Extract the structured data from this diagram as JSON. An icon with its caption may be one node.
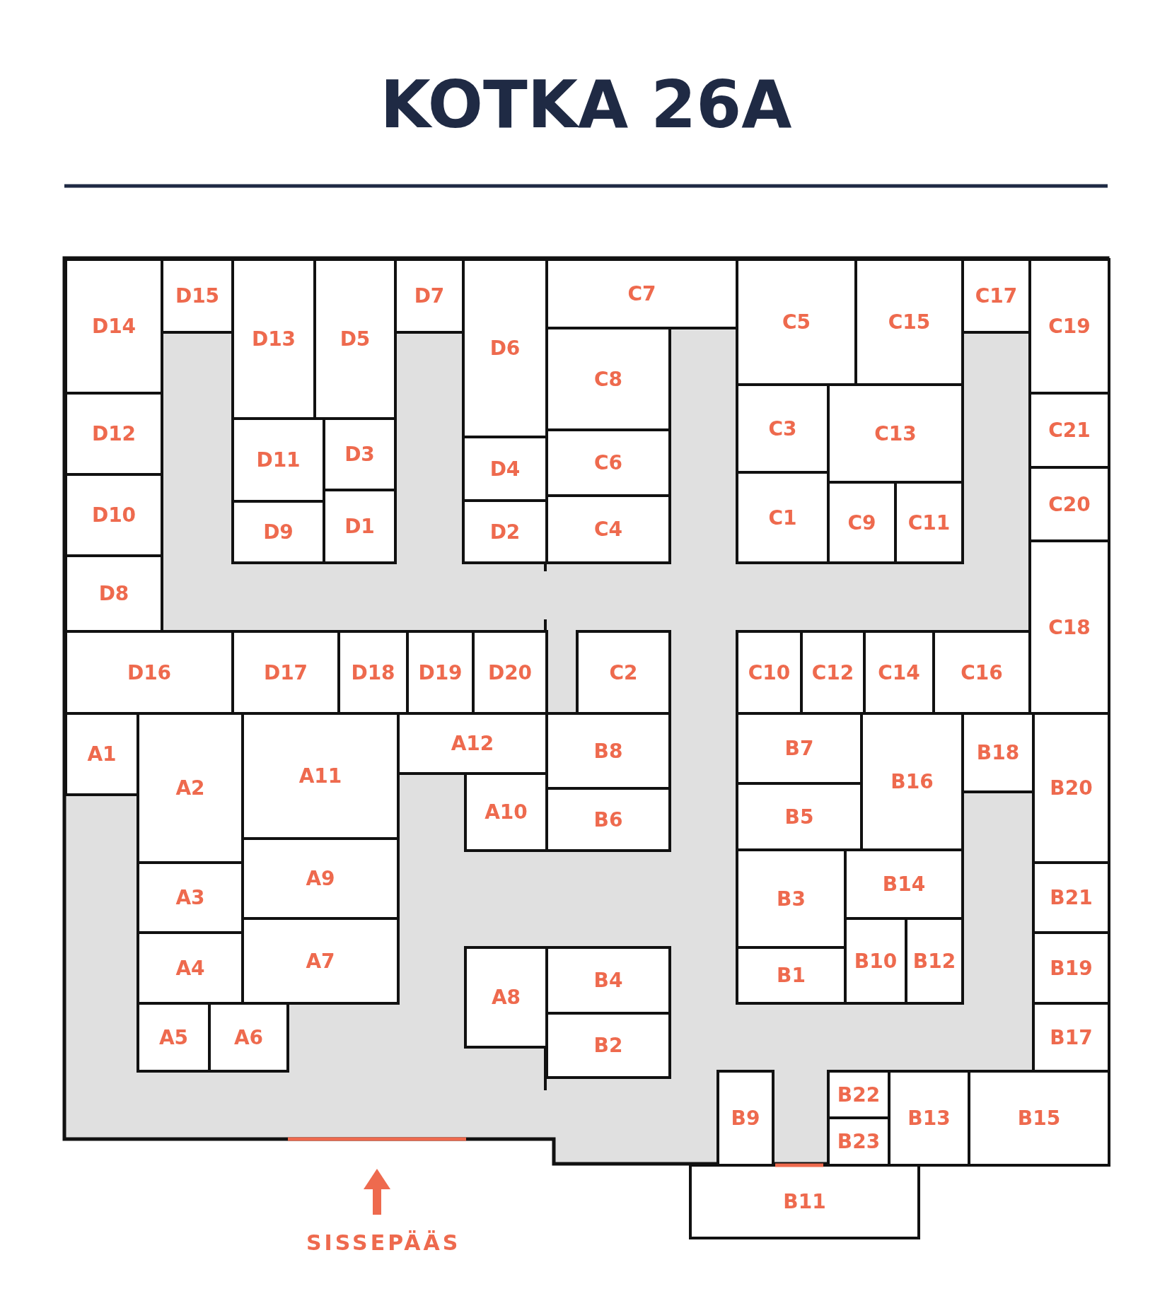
{
  "diagram": {
    "title": "KOTKA 26A",
    "nodes": [
      {
        "text": [
          "D14"
        ]
      },
      {
        "text": [
          "D15"
        ]
      },
      {
        "text": [
          "D13"
        ]
      },
      {
        "text": [
          "D5"
        ]
      },
      {
        "text": [
          "D7"
        ]
      },
      {
        "text": [
          "D6"
        ]
      },
      {
        "text": [
          "C7"
        ]
      },
      {
        "text": [
          "C5"
        ]
      },
      {
        "text": [
          "C15"
        ]
      },
      {
        "text": [
          "C17"
        ]
      },
      {
        "text": [
          "C19"
        ]
      },
      {
        "text": [
          "D12"
        ]
      },
      {
        "text": [
          "C8"
        ]
      },
      {
        "text": [
          "D11"
        ]
      },
      {
        "text": [
          "D3"
        ]
      },
      {
        "text": [
          "C3"
        ]
      },
      {
        "text": [
          "C13"
        ]
      },
      {
        "text": [
          "C21"
        ]
      },
      {
        "text": [
          "D10"
        ]
      },
      {
        "text": [
          "D4"
        ]
      },
      {
        "text": [
          "C6"
        ]
      },
      {
        "text": [
          "D9"
        ]
      },
      {
        "text": [
          "D1"
        ]
      },
      {
        "text": [
          "D2"
        ]
      },
      {
        "text": [
          "C4"
        ]
      },
      {
        "text": [
          "C1"
        ]
      },
      {
        "text": [
          "C9"
        ]
      },
      {
        "text": [
          "C11"
        ]
      },
      {
        "text": [
          "C20"
        ]
      },
      {
        "text": [
          "D8"
        ]
      },
      {
        "text": [
          "C18"
        ]
      },
      {
        "text": [
          "D16"
        ]
      },
      {
        "text": [
          "D17"
        ]
      },
      {
        "text": [
          "D18"
        ]
      },
      {
        "text": [
          "D19"
        ]
      },
      {
        "text": [
          "D20"
        ]
      },
      {
        "text": [
          "C2"
        ]
      },
      {
        "text": [
          "C10"
        ]
      },
      {
        "text": [
          "C12"
        ]
      },
      {
        "text": [
          "C14"
        ]
      },
      {
        "text": [
          "C16"
        ]
      },
      {
        "text": [
          "A1"
        ]
      },
      {
        "text": [
          "A2"
        ]
      },
      {
        "text": [
          "A11"
        ]
      },
      {
        "text": [
          "A12"
        ]
      },
      {
        "text": [
          "B8"
        ]
      },
      {
        "text": [
          "B7"
        ]
      },
      {
        "text": [
          "B16"
        ]
      },
      {
        "text": [
          "B18"
        ]
      },
      {
        "text": [
          "B20"
        ]
      },
      {
        "text": [
          "A10"
        ]
      },
      {
        "text": [
          "B6"
        ]
      },
      {
        "text": [
          "B5"
        ]
      },
      {
        "text": [
          "A3"
        ]
      },
      {
        "text": [
          "A9"
        ]
      },
      {
        "text": [
          "B3"
        ]
      },
      {
        "text": [
          "B14"
        ]
      },
      {
        "text": [
          "B21"
        ]
      },
      {
        "text": [
          "A4"
        ]
      },
      {
        "text": [
          "A7"
        ]
      },
      {
        "text": [
          "A8"
        ]
      },
      {
        "text": [
          "B4"
        ]
      },
      {
        "text": [
          "B1"
        ]
      },
      {
        "text": [
          "B10"
        ]
      },
      {
        "text": [
          "B12"
        ]
      },
      {
        "text": [
          "B19"
        ]
      },
      {
        "text": [
          "A5"
        ]
      },
      {
        "text": [
          "A6"
        ]
      },
      {
        "text": [
          "B2"
        ]
      },
      {
        "text": [
          "B17"
        ]
      },
      {
        "text": [
          "B9"
        ]
      },
      {
        "text": [
          "B22"
        ]
      },
      {
        "text": [
          "B23"
        ]
      },
      {
        "text": [
          "B13"
        ]
      },
      {
        "text": [
          "B15"
        ]
      },
      {
        "text": [
          "B11"
        ]
      }
    ],
    "labels": [
      "SISSEPÄÄS"
    ]
  }
}
